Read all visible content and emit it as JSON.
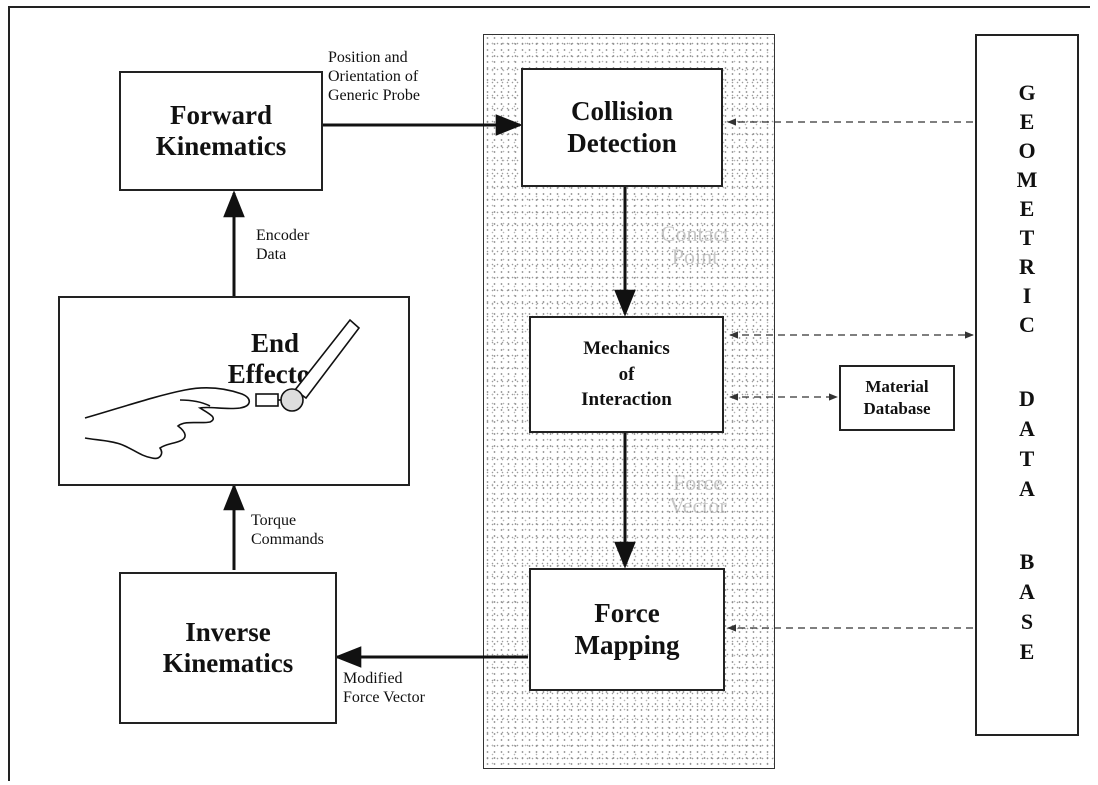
{
  "blocks": {
    "forward_kinematics": "Forward\nKinematics",
    "end_effector": "End\nEffector",
    "inverse_kinematics": "Inverse\nKinematics",
    "collision_detection": "Collision\nDetection",
    "mechanics_of_interaction": "Mechanics\nof\nInteraction",
    "force_mapping": "Force\nMapping",
    "material_database": "Material\nDatabase",
    "geometric_database": [
      "G",
      "E",
      "O",
      "M",
      "E",
      "T",
      "R",
      "I",
      "C",
      "",
      "D",
      "A",
      "T",
      "A",
      "",
      "B",
      "A",
      "S",
      "E"
    ]
  },
  "edge_labels": {
    "position_orientation": "Position and\nOrientation of\nGeneric Probe",
    "encoder_data": "Encoder\nData",
    "torque_commands": "Torque\nCommands",
    "modified_force_vector": "Modified\nForce Vector"
  },
  "faint_labels": {
    "upper": "Contact\nPoint",
    "lower": "Force\nVector"
  }
}
